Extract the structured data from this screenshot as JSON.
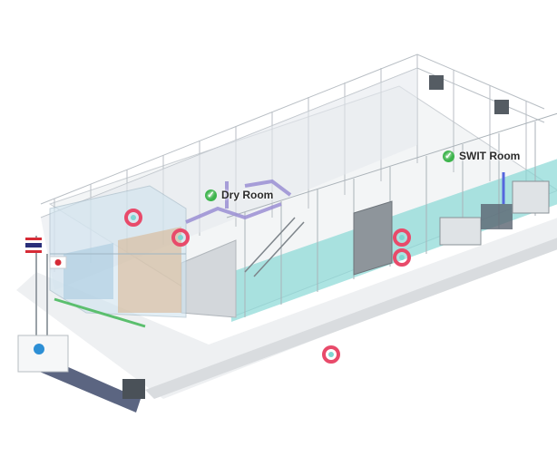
{
  "rooms": {
    "dry_room": {
      "label": "Dry Room",
      "status": "ok"
    },
    "swit_room": {
      "label": "SWIT Room",
      "status": "ok"
    }
  },
  "icons": {
    "room_status": "check-circle-icon",
    "sensor": "sensor-marker-icon",
    "flag_thailand": "thailand-flag-icon",
    "flag_japan": "japan-flag-icon"
  },
  "colors": {
    "ok_status": "#3cb44b",
    "sensor_marker": "#e84a6a",
    "panel_teal": "#7fd6d2"
  }
}
